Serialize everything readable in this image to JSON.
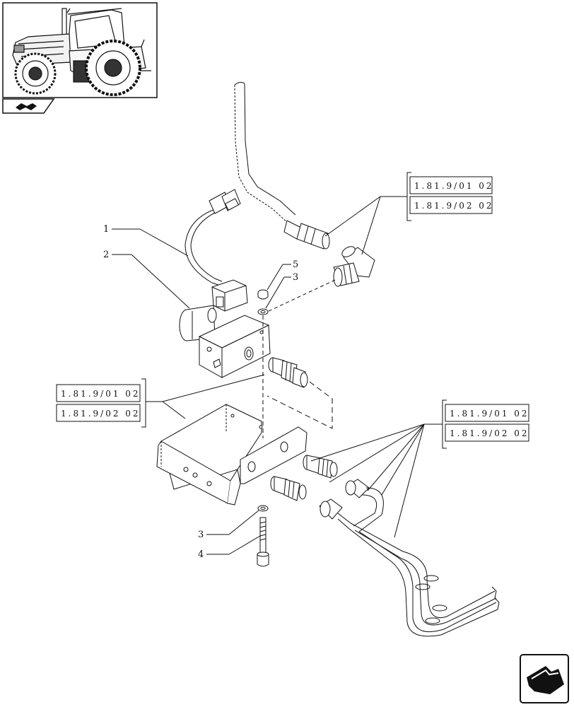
{
  "thumbnail": {
    "icon": "tractor-icon"
  },
  "section_icon": {
    "icon": "section-badge-icon"
  },
  "nav_icon": {
    "icon": "next-page-arrow-icon"
  },
  "reference_groups": {
    "top_right": [
      "1.81.9/01 02",
      "1.81.9/02 02"
    ],
    "middle_left": [
      "1.81.9/01 02",
      "1.81.9/02 02"
    ],
    "bottom_right": [
      "1.81.9/01 02",
      "1.81.9/02 02"
    ]
  },
  "callouts": {
    "c1": "1",
    "c2": "2",
    "c5": "5",
    "c3_top": "3",
    "c3_bottom": "3",
    "c4": "4"
  }
}
